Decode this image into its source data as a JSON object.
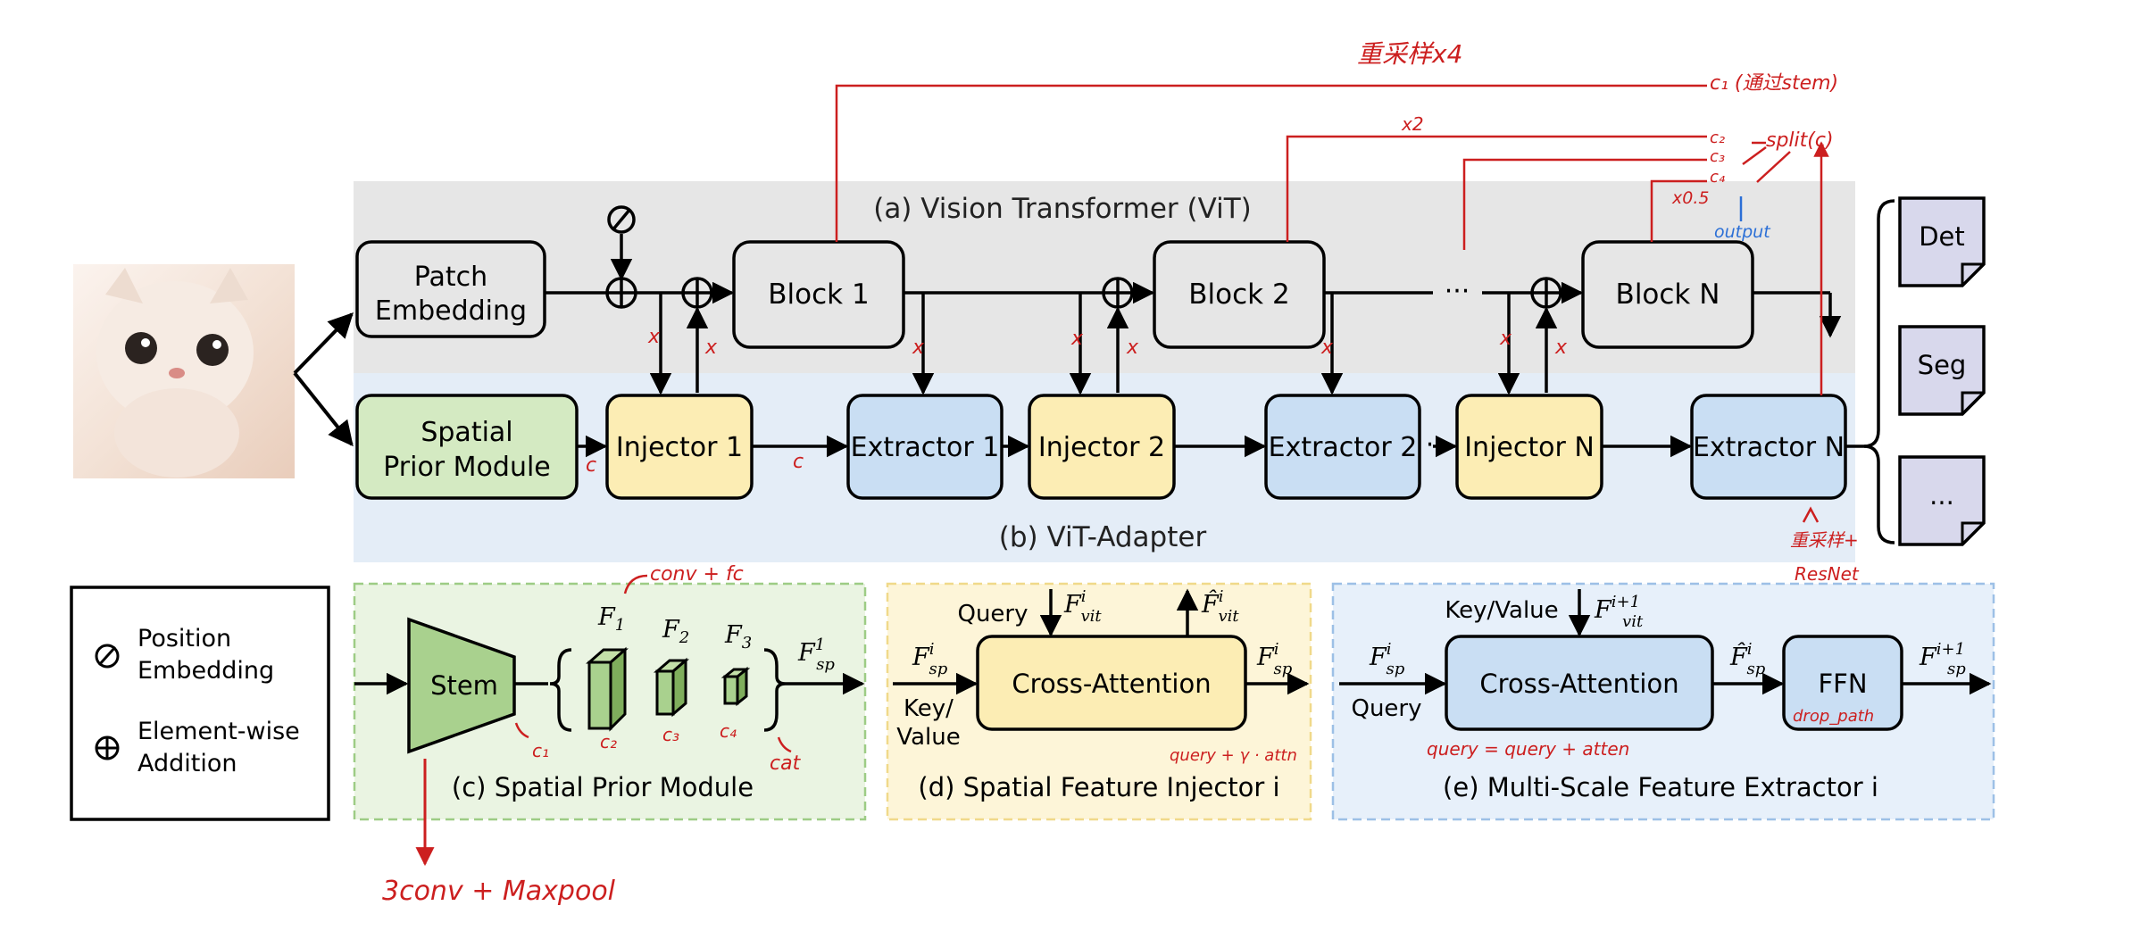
{
  "vit": {
    "title": "(a) Vision Transformer (ViT)",
    "patch_embedding_line1": "Patch",
    "patch_embedding_line2": "Embedding",
    "block1": "Block 1",
    "block2": "Block 2",
    "blockN": "Block N"
  },
  "adapter": {
    "title": "(b) ViT-Adapter",
    "spm_line1": "Spatial",
    "spm_line2": "Prior Module",
    "injector1": "Injector 1",
    "injector2": "Injector 2",
    "injectorN": "Injector N",
    "extractor1": "Extractor 1",
    "extractor2": "Extractor 2",
    "extractorN": "Extractor N"
  },
  "tasks": {
    "det": "Det",
    "seg": "Seg",
    "more": "..."
  },
  "dots": "···",
  "legend": {
    "pos_line1": "Position",
    "pos_line2": "Embedding",
    "add_line1": "Element-wise",
    "add_line2": "Addition"
  },
  "spm": {
    "stem": "Stem",
    "f1": "F",
    "f1_sub": "1",
    "f2": "F",
    "f2_sub": "2",
    "f3": "F",
    "f3_sub": "3",
    "out": "F",
    "out_sup": "1",
    "out_sub": "sp",
    "caption": "(c) Spatial Prior Module"
  },
  "injector": {
    "query": "Query",
    "key1": "Key/",
    "key2": "Value",
    "ca": "Cross-Attention",
    "in": "F",
    "in_sup": "i",
    "in_sub": "sp",
    "vit": "F",
    "vit_sup": "i",
    "vit_sub": "vit",
    "vit_hat": "F̂",
    "vit_hat_sup": "i",
    "vit_hat_sub": "vit",
    "out": "F",
    "out_sup": "i",
    "out_sub": "sp",
    "caption": "(d) Spatial Feature Injector i"
  },
  "extractor": {
    "keyvalue": "Key/Value",
    "query": "Query",
    "ca": "Cross-Attention",
    "ffn": "FFN",
    "in": "F",
    "in_sup": "i",
    "in_sub": "sp",
    "vit": "F",
    "vit_sup": "i+1",
    "vit_sub": "vit",
    "mid": "F̂",
    "mid_sup": "i",
    "mid_sub": "sp",
    "out": "F",
    "out_sup": "i+1",
    "out_sub": "sp",
    "caption": "(e) Multi-Scale Feature Extractor i"
  },
  "annotations": {
    "resample_x4": "重采样x4",
    "c1": "c₁ (通过stem)",
    "c2": "c₂",
    "c3": "c₃",
    "c4": "c₄",
    "split": "split(c)",
    "x2": "x2",
    "x05": "x0.5",
    "output": "output",
    "x_label": "x",
    "c_label": "c",
    "resample_resnet_1": "重采样+",
    "resample_resnet_2": "ResNet",
    "conv_fc": "conv + fc",
    "c1_small": "c₁",
    "c2_small": "c₂",
    "c3_small": "c₃",
    "c4_small": "c₄",
    "cat": "cat",
    "conv_maxpool": "3conv + Maxpool",
    "query_gamma": "query + γ · attn",
    "query_atten": "query = query + atten",
    "drop_path": "drop_path"
  },
  "colors": {
    "vit_bg": "#e6e6e6",
    "adapter_bg": "#e4edf7",
    "gray_box": "#e6e6e6",
    "green_box": "#d4eac2",
    "yellow_box": "#fcedb4",
    "blue_box": "#c9def3",
    "annotation_red": "#cc1f1f",
    "annotation_blue": "#2b6fd6"
  },
  "cat_image": "cat photo input"
}
